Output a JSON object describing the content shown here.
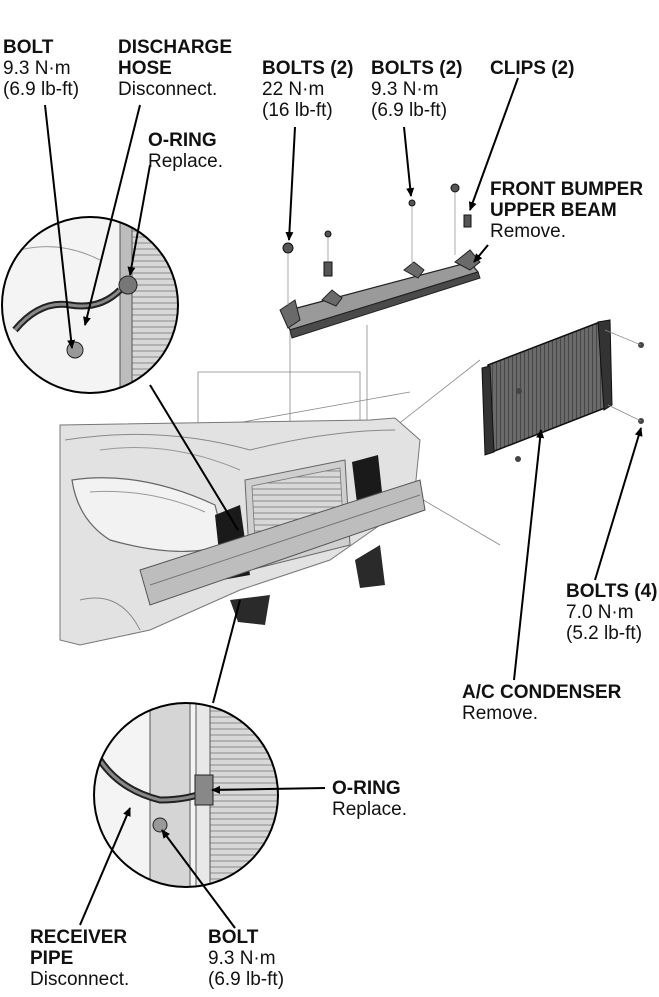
{
  "labels": {
    "bolt_top": {
      "title": "BOLT",
      "line1": "9.3 N·m",
      "line2": "(6.9 lb-ft)"
    },
    "discharge_hose": {
      "title1": "DISCHARGE",
      "title2": "HOSE",
      "action": "Disconnect."
    },
    "oring_top": {
      "title": "O-RING",
      "action": "Replace."
    },
    "bolts2_a": {
      "title": "BOLTS (2)",
      "line1": "22 N·m",
      "line2": "(16 lb-ft)"
    },
    "bolts2_b": {
      "title": "BOLTS (2)",
      "line1": "9.3 N·m",
      "line2": "(6.9 lb-ft)"
    },
    "clips": {
      "title": "CLIPS (2)"
    },
    "front_bumper": {
      "title1": "FRONT BUMPER",
      "title2": "UPPER BEAM",
      "action": "Remove."
    },
    "bolts4": {
      "title": "BOLTS (4)",
      "line1": "7.0 N·m",
      "line2": "(5.2 lb-ft)"
    },
    "ac_condenser": {
      "title": "A/C CONDENSER",
      "action": "Remove."
    },
    "oring_bottom": {
      "title": "O-RING",
      "action": "Replace."
    },
    "receiver_pipe": {
      "title1": "RECEIVER",
      "title2": "PIPE",
      "action": "Disconnect."
    },
    "bolt_bottom": {
      "title": "BOLT",
      "line1": "9.3 N·m",
      "line2": "(6.9 lb-ft)"
    }
  }
}
